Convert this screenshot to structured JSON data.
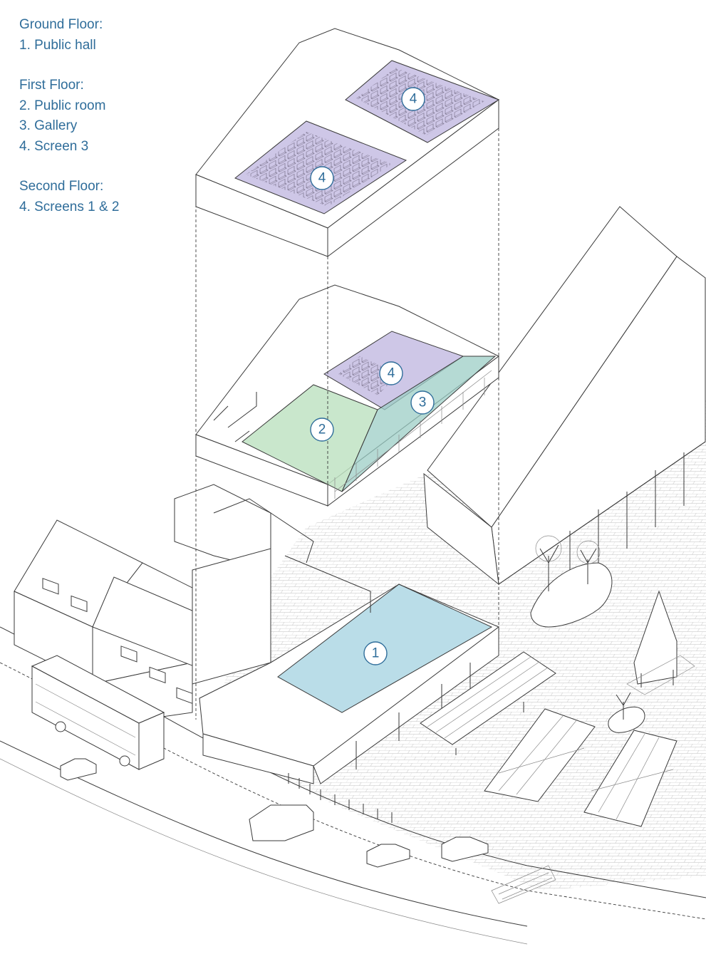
{
  "legend": {
    "ground_title": "Ground Floor:",
    "ground_items": [
      "1. Public hall"
    ],
    "first_title": "First Floor:",
    "first_items": [
      "2. Public room",
      "3. Gallery",
      "4. Screen 3"
    ],
    "second_title": "Second Floor:",
    "second_items": [
      "4. Screens 1 & 2"
    ]
  },
  "markers": {
    "public_hall": "1",
    "public_room": "2",
    "gallery": "3",
    "screen_3": "4",
    "screen_1": "4",
    "screen_2": "4"
  },
  "colors": {
    "text_blue": "#2f6d9a",
    "hall_blue": "#a9d4e2",
    "room_green": "#bfe3c3",
    "gallery_teal": "#9ccdc6",
    "screen_purple": "#c9c1e4",
    "line": "#3a3a3a"
  }
}
